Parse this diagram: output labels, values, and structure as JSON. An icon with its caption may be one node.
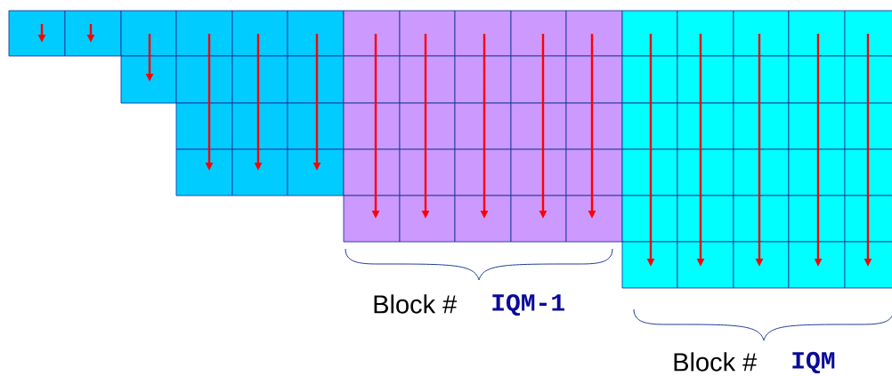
{
  "diagram": {
    "labels": [
      "Block #",
      "IQM-1",
      "Block #",
      "IQM"
    ]
  }
}
